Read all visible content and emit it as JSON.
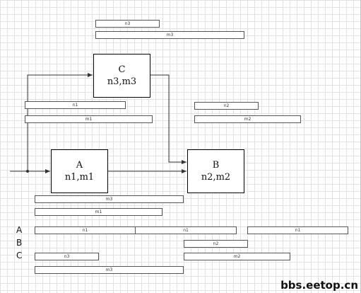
{
  "nodes": {
    "c": {
      "title": "C",
      "vars": "n3,m3"
    },
    "a": {
      "title": "A",
      "vars": "n1,m1"
    },
    "b": {
      "title": "B",
      "vars": "n2,m2"
    }
  },
  "bars": {
    "c_n3": "n3",
    "c_m3": "m3",
    "c_out_n1": "n1",
    "c_out_m1": "m1",
    "b_in_n2": "n2",
    "b_in_m2": "m2",
    "a_out_m3": "m3",
    "a_out_m1": "m1",
    "row_a_1": "n1",
    "row_a_2": "n1",
    "row_a_3": "n1",
    "row_b_1": "n2",
    "row_c_1": "n3",
    "row_c_2": "m2",
    "row_c_3": "m3"
  },
  "rows": {
    "a": "A",
    "b": "B",
    "c": "C"
  },
  "watermark": "bbs.eetop.cn",
  "colors": {
    "line": "#333333",
    "grid": "#e2e2e2",
    "border": "#000000"
  }
}
